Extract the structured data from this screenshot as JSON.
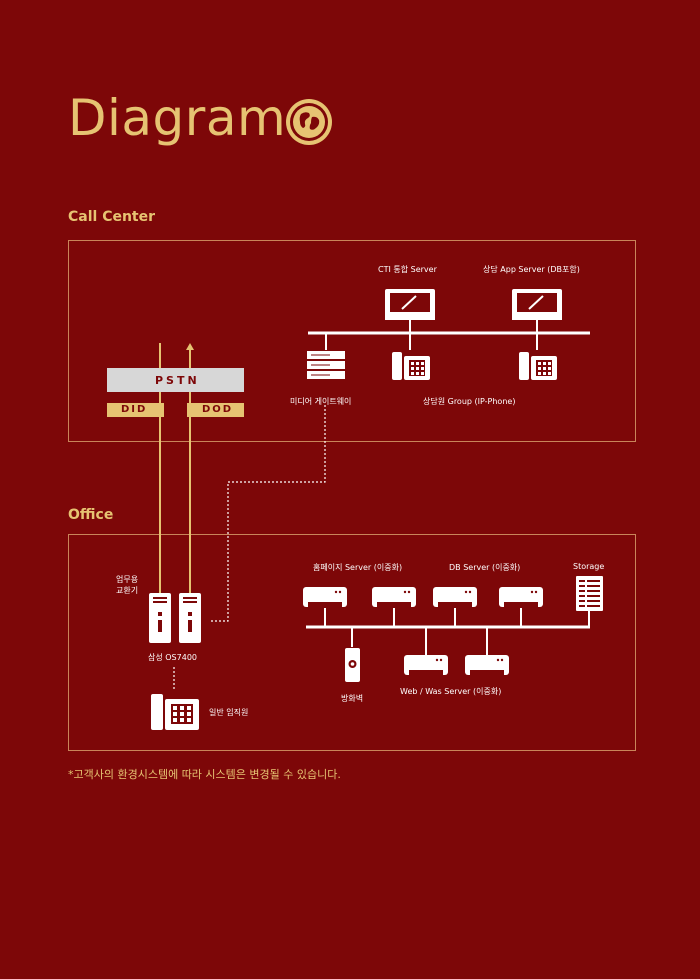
{
  "header": {
    "title": "Diagram",
    "globe_icon": "globe-icon"
  },
  "colors": {
    "background": "#7d0708",
    "gold": "#e6c372",
    "frame": "#c9855a",
    "device": "#ffffff",
    "pstn_bar": "#d7d7d7"
  },
  "call_center": {
    "label": "Call Center",
    "cti_server": "CTI 통합 Server",
    "app_server": "상담 App Server (DB포함)",
    "media_gateway": "미디어 게이트웨이",
    "agents": "상담원 Group (IP-Phone)",
    "pstn": "PSTN",
    "did": "DID",
    "dod": "DOD"
  },
  "office": {
    "label": "Office",
    "pbx_label_line1": "업무용",
    "pbx_label_line2": "교환기",
    "pbx_model": "삼성 OS7400",
    "employee_phone": "일반 임직원",
    "homepage_server": "홈페이지 Server (이중화)",
    "db_server": "DB Server (이중화)",
    "storage": "Storage",
    "firewall": "방화벽",
    "web_was_server": "Web / Was Server (이중화)"
  },
  "footnote": "*고객사의 환경시스템에 따라 시스템은 변경될 수 있습니다."
}
